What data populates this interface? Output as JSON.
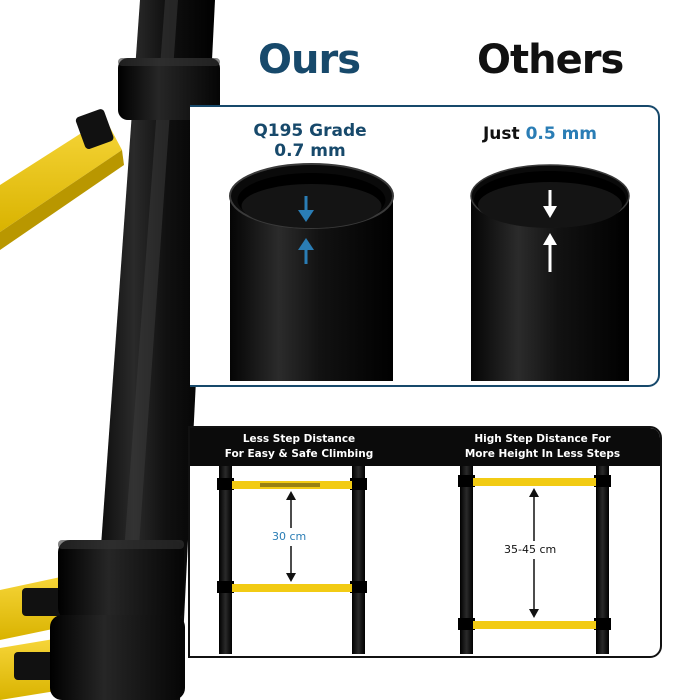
{
  "colors": {
    "brand": "#17496b",
    "accent": "#2a7db5",
    "yellow": "#f2cb14",
    "dark": "#111111"
  },
  "headings": {
    "ours": "Ours",
    "others": "Others"
  },
  "tube_compare": {
    "ours_caption_line1": "Q195 Grade",
    "ours_caption_line2": "0.7 mm",
    "others_caption_prefix": "Just ",
    "others_caption_value": "0.5 mm"
  },
  "step_compare": {
    "left_title_line1": "Less Step Distance",
    "left_title_line2": "For Easy & Safe Climbing",
    "left_distance": "30 cm",
    "right_title_line1": "High Step Distance For",
    "right_title_line2": "More Height In Less Steps",
    "right_distance": "35-45 cm"
  }
}
